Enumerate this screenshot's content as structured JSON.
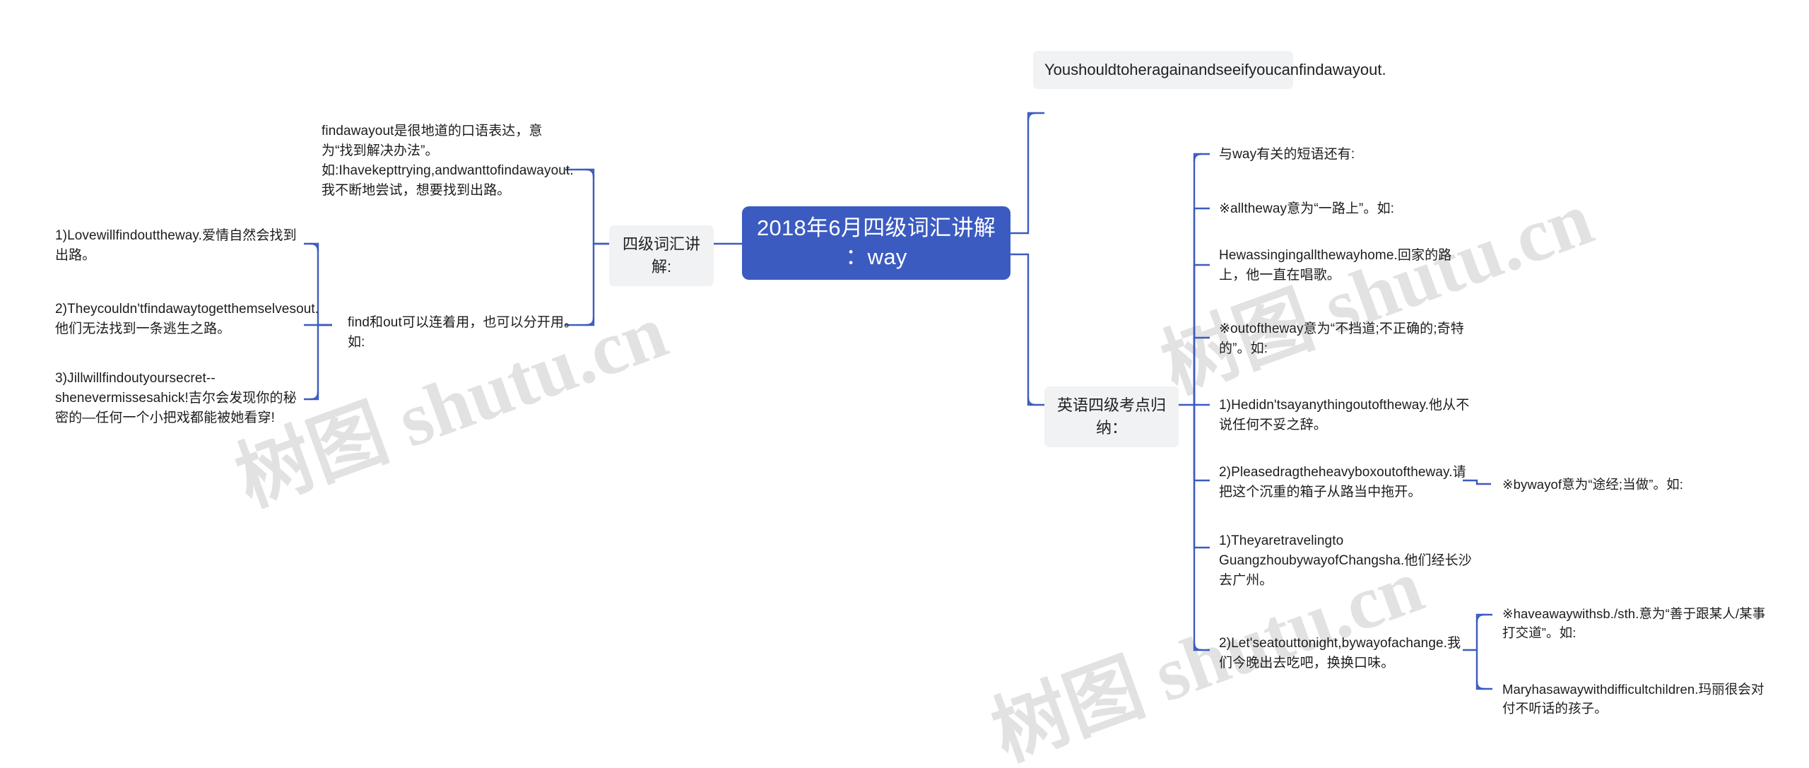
{
  "document": {
    "title": "2018年6月四级词汇讲解：way",
    "watermark_text": "树图 shutu.cn"
  },
  "theme": {
    "root_fill": "#3b5bc0",
    "root_text": "#ffffff",
    "chip_fill": "#f1f2f4",
    "link_color": "#3b5bc0",
    "page_bg": "#ffffff",
    "text_color": "#1c1c1c"
  },
  "mindmap": {
    "root": {
      "line1": "2018年6月四级词汇讲解",
      "line2": "：way"
    },
    "branches": [
      {
        "id": "left-branch",
        "label": "四级词汇讲解:",
        "side": "left",
        "children": [
          {
            "id": "find-a-way-out",
            "text": "findawayout是很地道的口语表达，意为“找到解决办法”。如:Ihavekepttrying,andwanttofindawayout.我不断地尝试，想要找到出路。",
            "children": []
          },
          {
            "id": "find-and-out",
            "text": "find和out可以连着用，也可以分开用。如:",
            "children": [
              {
                "id": "ex-love",
                "text": "1)Lovewillfindouttheway.爱情自然会找到出路。"
              },
              {
                "id": "ex-they",
                "text": "2)Theycouldn'tfindawaytogetthemselvesout.他们无法找到一条逃生之路。"
              },
              {
                "id": "ex-jill",
                "text": "3)Jillwillfindoutyoursecret--shenevermissesahick!吉尔会发现你的秘密的—任何一个小把戏都能被她看穿!"
              }
            ]
          }
        ]
      },
      {
        "id": "right-branch-1",
        "label": "",
        "side": "right",
        "children": [
          {
            "id": "you-should",
            "text": "Youshouldtoheragainandseeifyoucanfindawayout.",
            "boxed": true
          }
        ]
      },
      {
        "id": "right-branch-2",
        "label": "英语四级考点归纳：",
        "side": "right",
        "children": [
          {
            "id": "related-phrases",
            "text": "与way有关的短语还有:"
          },
          {
            "id": "all-the-way",
            "text": "※alltheway意为“一路上”。如:"
          },
          {
            "id": "ex-singing",
            "text": "Hewassingingallthewayhome.回家的路上，他一直在唱歌。"
          },
          {
            "id": "out-of-the-way",
            "text": "※outoftheway意为“不挡道;不正确的;奇特的”。如:"
          },
          {
            "id": "ex-hedidnt",
            "text": "1)Hedidn'tsayanythingoutoftheway.他从不说任何不妥之辞。"
          },
          {
            "id": "ex-pleasedrag",
            "text": "2)Pleasedragtheheavyboxoutoftheway.请把这个沉重的箱子从路当中拖开。"
          },
          {
            "id": "ex-traveling",
            "text": "1)Theyaretravelingto GuangzhoubywayofChangsha.他们经长沙去广州。"
          },
          {
            "id": "ex-letseat",
            "text": "2)Let'seatouttonight,bywayofachange.我们今晚出去吃吧，换换口味。"
          }
        ]
      }
    ],
    "far_right": [
      {
        "id": "by-way-of",
        "text": "※bywayof意为“途经;当做”。如:"
      },
      {
        "id": "have-a-way-with",
        "text": "※haveawaywithsb./sth.意为“善于跟某人/某事打交道”。如:"
      },
      {
        "id": "ex-mary",
        "text": "Maryhasawaywithdifficultchildren.玛丽很会对付不听话的孩子。"
      }
    ]
  }
}
